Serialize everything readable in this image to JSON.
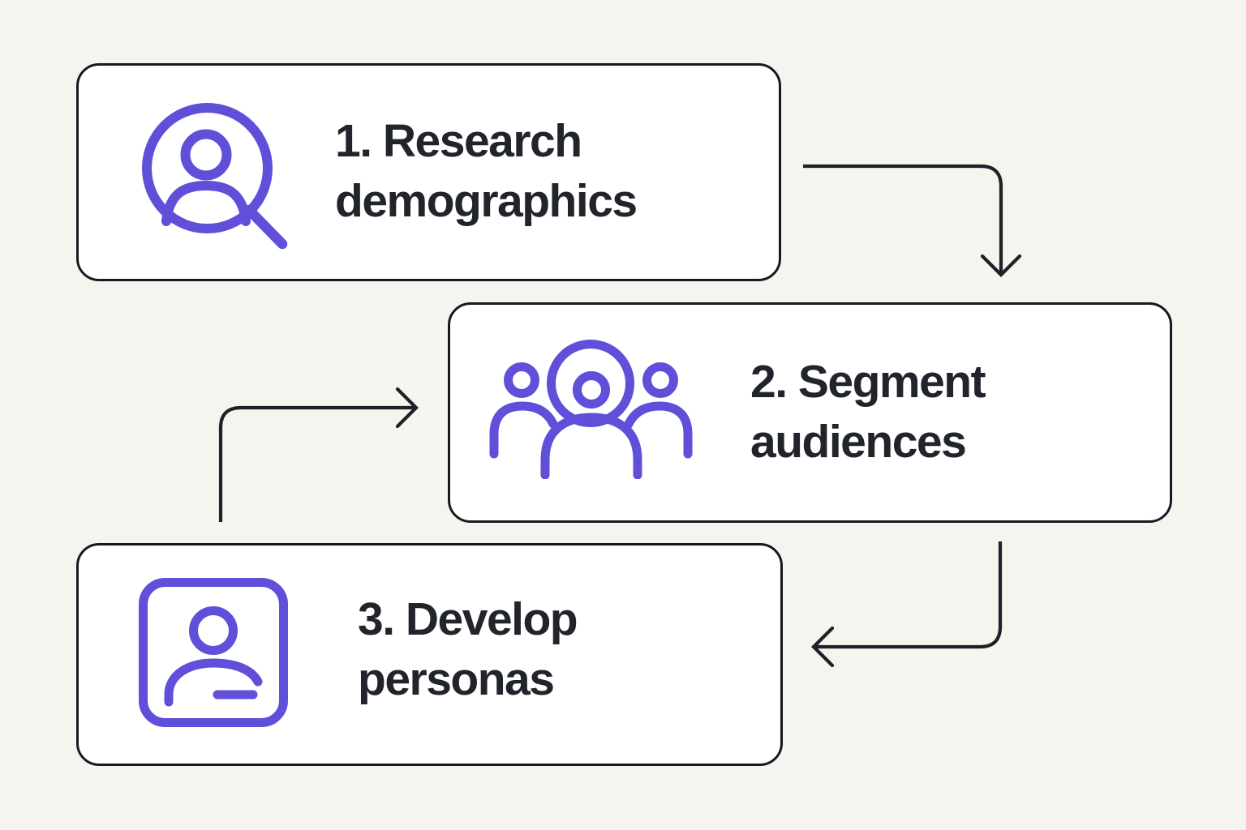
{
  "diagram_title": "",
  "colors": {
    "background": "#f6f4ef",
    "card_fill": "#ffffff",
    "card_border": "#16191e",
    "accent_purple": "#5f4fd9",
    "text_ink": "#21252b",
    "arrow": "#1e2228"
  },
  "steps": [
    {
      "id": "step-1",
      "label": "1. Research demographics",
      "lines": [
        "1. Research",
        "demographics"
      ],
      "icon": "user-search-icon"
    },
    {
      "id": "step-2",
      "label": "2. Segment audiences",
      "lines": [
        "2. Segment",
        "audiences"
      ],
      "icon": "users-group-icon"
    },
    {
      "id": "step-3",
      "label": "3. Develop personas",
      "lines": [
        "3. Develop",
        "personas"
      ],
      "icon": "id-card-person-icon"
    }
  ],
  "connectors": [
    {
      "from": "step-1",
      "to": "step-2",
      "route": "right then down, arrowhead pointing down into step 2 top"
    },
    {
      "from": "step-2",
      "to": "step-3",
      "route": "down then left, arrowhead pointing left toward step 3 right side"
    },
    {
      "from": "step-3",
      "to": "step-2",
      "route": "up then right, arrowhead pointing right into step 2 left side"
    }
  ]
}
